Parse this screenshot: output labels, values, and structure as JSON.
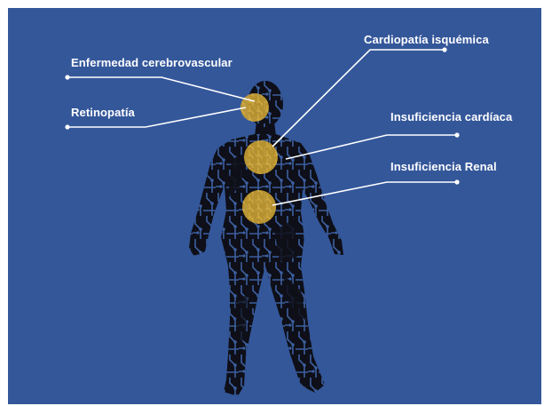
{
  "colors": {
    "background": "#34579a",
    "figure": "#0e0f18",
    "circuit": "#3c5fa0",
    "hotspot": "#c9a033",
    "leader": "#ffffff"
  },
  "labels": {
    "cerebrovascular": "Enfermedad cerebrovascular",
    "retinopatia": "Retinopatía",
    "cardiopatia_isquemica": "Cardiopatía isquémica",
    "insuficiencia_cardiaca": "Insuficiencia cardíaca",
    "insuficiencia_renal": "Insuficiencia Renal"
  }
}
